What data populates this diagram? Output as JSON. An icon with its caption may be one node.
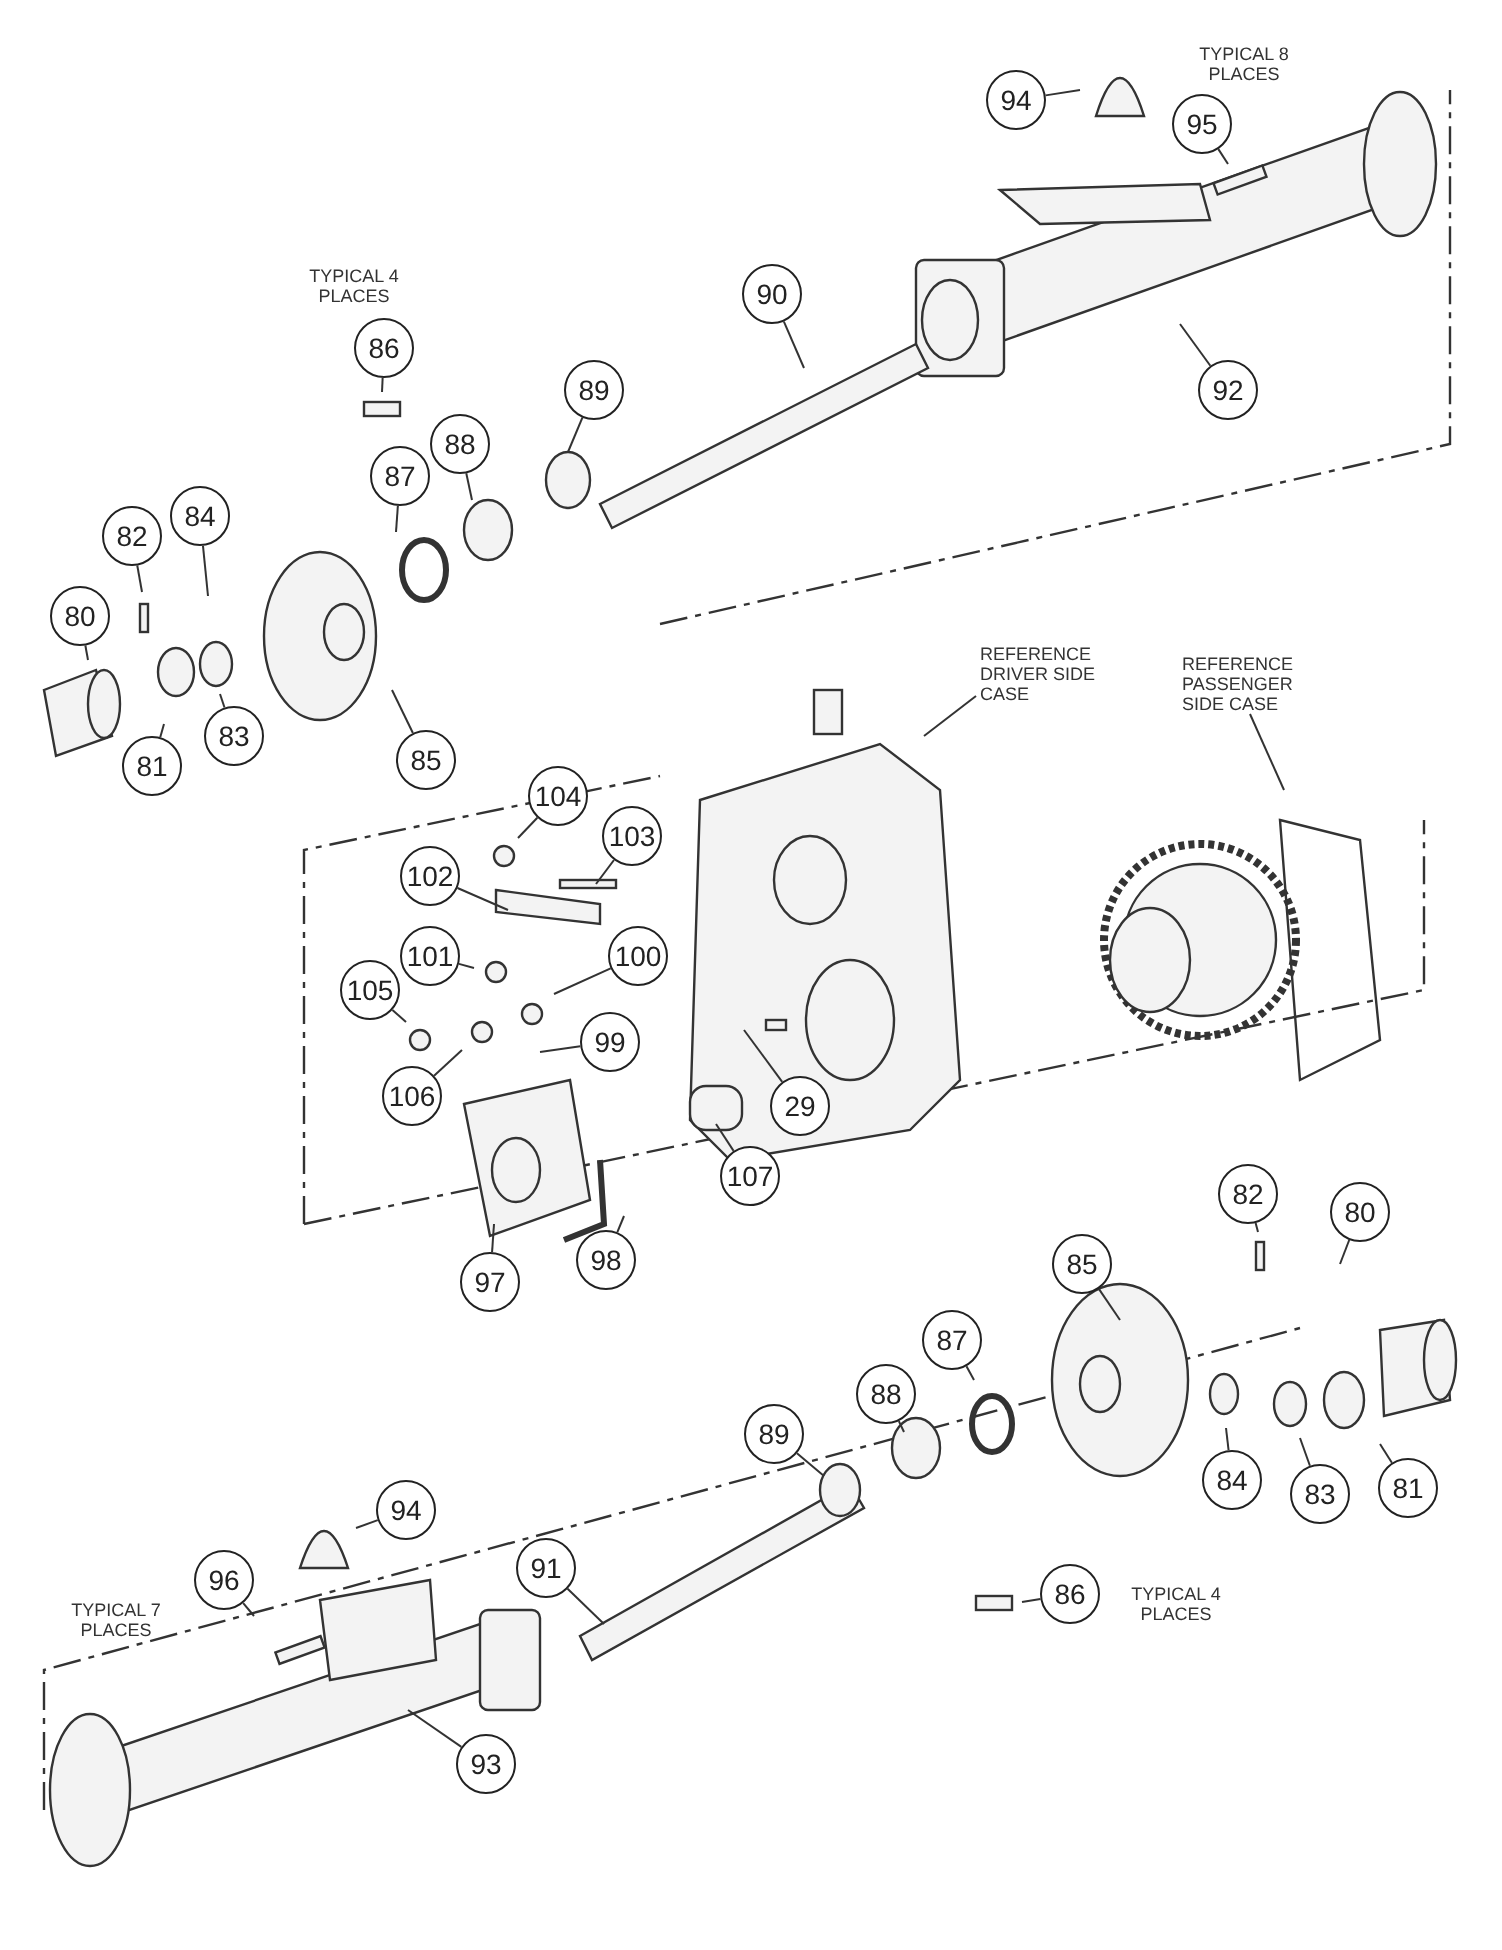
{
  "diagram": {
    "nodes": [
      {
        "text": [
          "94"
        ]
      },
      {
        "text": [
          "95"
        ],
        "beside": [
          "TYPICAL 8 PLACES"
        ]
      },
      {
        "text": [
          "90"
        ]
      },
      {
        "text": [
          "86"
        ],
        "beside": [
          "TYPICAL 4 PLACES"
        ]
      },
      {
        "text": [
          "92"
        ]
      },
      {
        "text": [
          "89"
        ]
      },
      {
        "text": [
          "88"
        ]
      },
      {
        "text": [
          "87"
        ]
      },
      {
        "text": [
          "84"
        ]
      },
      {
        "text": [
          "82"
        ]
      },
      {
        "text": [
          "80"
        ]
      },
      {
        "text": [
          "85"
        ]
      },
      {
        "text": [
          "83"
        ]
      },
      {
        "text": [
          "81"
        ]
      },
      {
        "text": [
          "REFERENCE DRIVER SIDE CASE"
        ]
      },
      {
        "text": [
          "REFERENCE PASSENGER SIDE CASE"
        ]
      },
      {
        "text": [
          "104"
        ]
      },
      {
        "text": [
          "103"
        ]
      },
      {
        "text": [
          "102"
        ]
      },
      {
        "text": [
          "101"
        ]
      },
      {
        "text": [
          "100"
        ]
      },
      {
        "text": [
          "105"
        ]
      },
      {
        "text": [
          "99"
        ]
      },
      {
        "text": [
          "106"
        ]
      },
      {
        "text": [
          "29"
        ]
      },
      {
        "text": [
          "107"
        ]
      },
      {
        "text": [
          "82"
        ]
      },
      {
        "text": [
          "80"
        ]
      },
      {
        "text": [
          "98"
        ]
      },
      {
        "text": [
          "85"
        ]
      },
      {
        "text": [
          "97"
        ]
      },
      {
        "text": [
          "87"
        ]
      },
      {
        "text": [
          "88"
        ]
      },
      {
        "text": [
          "89"
        ]
      },
      {
        "text": [
          "84"
        ]
      },
      {
        "text": [
          "81"
        ]
      },
      {
        "text": [
          "83"
        ]
      },
      {
        "text": [
          "94"
        ]
      },
      {
        "text": [
          "91"
        ]
      },
      {
        "text": [
          "96"
        ],
        "beside": [
          "TYPICAL 7 PLACES"
        ]
      },
      {
        "text": [
          "86"
        ],
        "beside": [
          "TYPICAL 4 PLACES"
        ]
      },
      {
        "text": [
          "93"
        ]
      }
    ],
    "edges": [
      {
        "from": 0,
        "to": null,
        "arrow": "none"
      },
      {
        "from": 1,
        "to": null,
        "arrow": "none"
      },
      {
        "from": 2,
        "to": null,
        "arrow": "none"
      },
      {
        "from": 3,
        "to": null,
        "arrow": "none"
      },
      {
        "from": 4,
        "to": null,
        "arrow": "none"
      },
      {
        "from": 5,
        "to": null,
        "arrow": "none"
      },
      {
        "from": 6,
        "to": null,
        "arrow": "none"
      },
      {
        "from": 7,
        "to": null,
        "arrow": "none"
      },
      {
        "from": 8,
        "to": null,
        "arrow": "none"
      },
      {
        "from": 9,
        "to": null,
        "arrow": "none"
      },
      {
        "from": 10,
        "to": null,
        "arrow": "none"
      },
      {
        "from": 11,
        "to": null,
        "arrow": "none"
      },
      {
        "from": 12,
        "to": null,
        "arrow": "none"
      },
      {
        "from": 13,
        "to": null,
        "arrow": "none"
      },
      {
        "from": 14,
        "to": null,
        "arrow": "none"
      },
      {
        "from": 15,
        "to": null,
        "arrow": "none"
      },
      {
        "from": 16,
        "to": null,
        "arrow": "none"
      },
      {
        "from": 17,
        "to": null,
        "arrow": "none"
      },
      {
        "from": 18,
        "to": null,
        "arrow": "none"
      },
      {
        "from": 19,
        "to": null,
        "arrow": "none"
      },
      {
        "from": 20,
        "to": null,
        "arrow": "none"
      },
      {
        "from": 21,
        "to": null,
        "arrow": "none"
      },
      {
        "from": 22,
        "to": null,
        "arrow": "none"
      },
      {
        "from": 23,
        "to": null,
        "arrow": "none"
      },
      {
        "from": 24,
        "to": null,
        "arrow": "none"
      },
      {
        "from": 25,
        "to": null,
        "arrow": "none"
      },
      {
        "from": 26,
        "to": null,
        "arrow": "none"
      },
      {
        "from": 27,
        "to": null,
        "arrow": "none"
      },
      {
        "from": 28,
        "to": null,
        "arrow": "none"
      },
      {
        "from": 29,
        "to": null,
        "arrow": "none"
      },
      {
        "from": 30,
        "to": null,
        "arrow": "none"
      },
      {
        "from": 31,
        "to": null,
        "arrow": "none"
      },
      {
        "from": 32,
        "to": null,
        "arrow": "none"
      },
      {
        "from": 33,
        "to": null,
        "arrow": "none"
      },
      {
        "from": 34,
        "to": null,
        "arrow": "none"
      },
      {
        "from": 35,
        "to": null,
        "arrow": "none"
      },
      {
        "from": 36,
        "to": null,
        "arrow": "none"
      },
      {
        "from": 37,
        "to": null,
        "arrow": "none"
      },
      {
        "from": 38,
        "to": null,
        "arrow": "none"
      },
      {
        "from": 39,
        "to": null,
        "arrow": "none"
      },
      {
        "from": 40,
        "to": null,
        "arrow": "none"
      },
      {
        "from": 41,
        "to": null,
        "arrow": "none"
      }
    ]
  }
}
